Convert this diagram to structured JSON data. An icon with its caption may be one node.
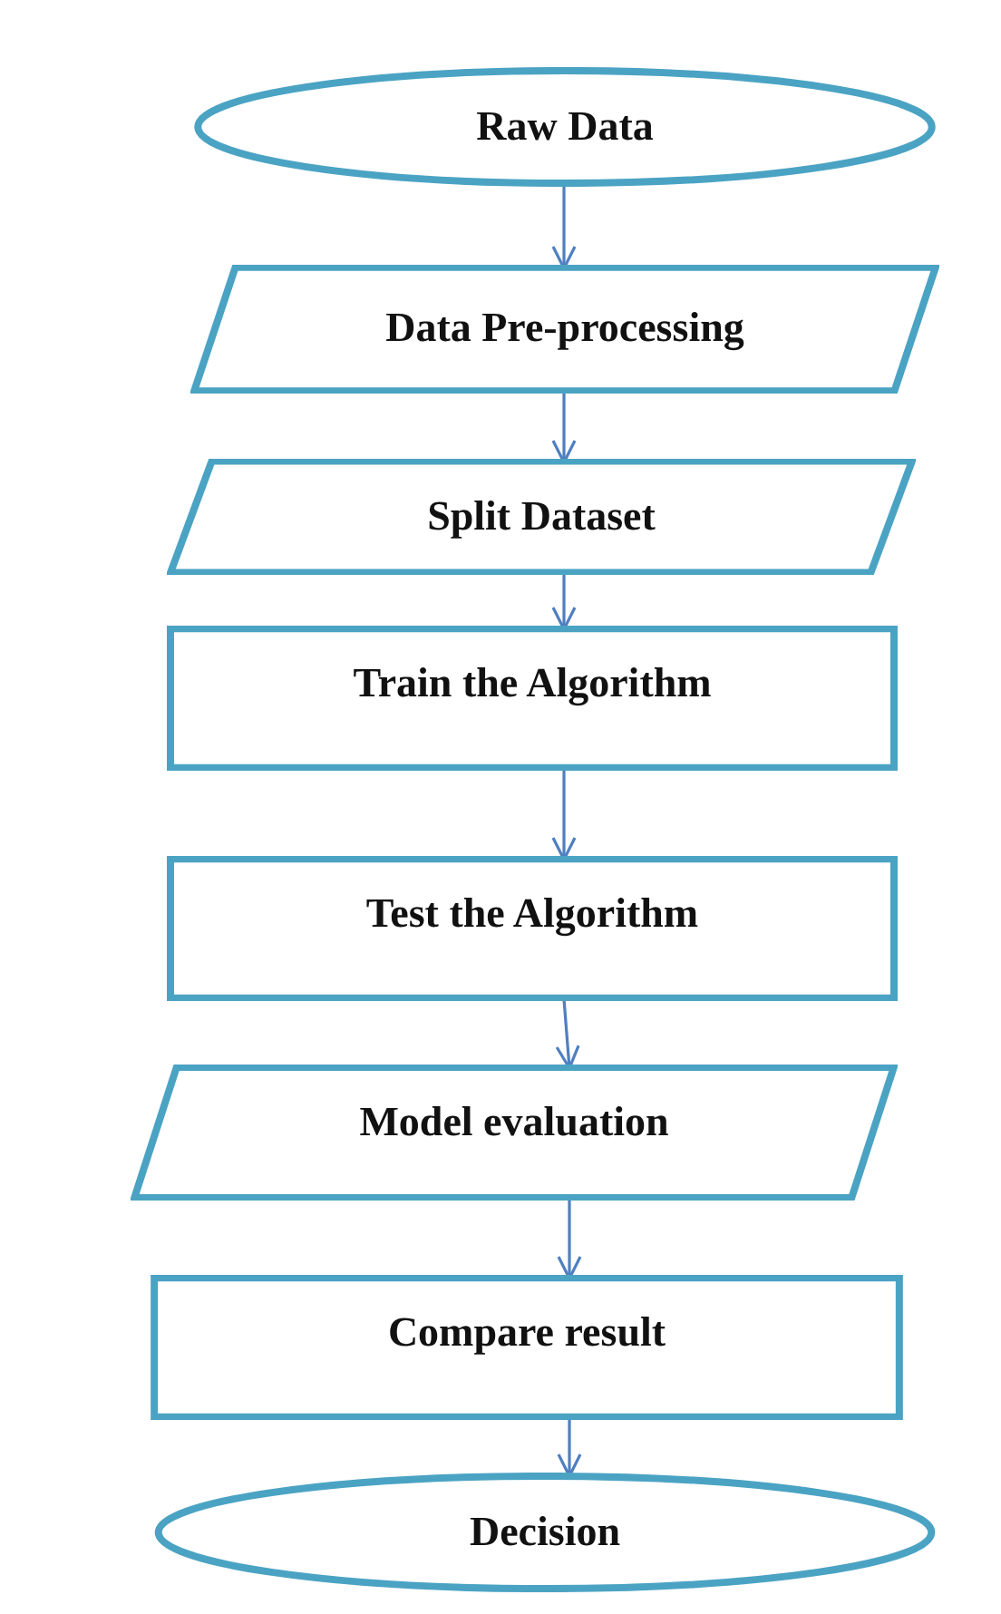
{
  "diagram": {
    "nodes": [
      {
        "text": [
          "Raw Data"
        ]
      },
      {
        "text": [
          "Data Pre-processing"
        ]
      },
      {
        "text": [
          "Split Dataset"
        ]
      },
      {
        "text": [
          "Train the Algorithm"
        ]
      },
      {
        "text": [
          "Test the Algorithm"
        ]
      },
      {
        "text": [
          "Model evaluation"
        ]
      },
      {
        "text": [
          "Compare result"
        ]
      },
      {
        "text": [
          "Decision"
        ]
      }
    ],
    "edges": [
      {
        "from": 0,
        "to": 1,
        "arrow": "to"
      },
      {
        "from": 1,
        "to": 2,
        "arrow": "to"
      },
      {
        "from": 2,
        "to": 3,
        "arrow": "to"
      },
      {
        "from": 3,
        "to": 4,
        "arrow": "to"
      },
      {
        "from": 4,
        "to": 5,
        "arrow": "to"
      },
      {
        "from": 5,
        "to": 6,
        "arrow": "to"
      },
      {
        "from": 6,
        "to": 7,
        "arrow": "to"
      }
    ]
  }
}
